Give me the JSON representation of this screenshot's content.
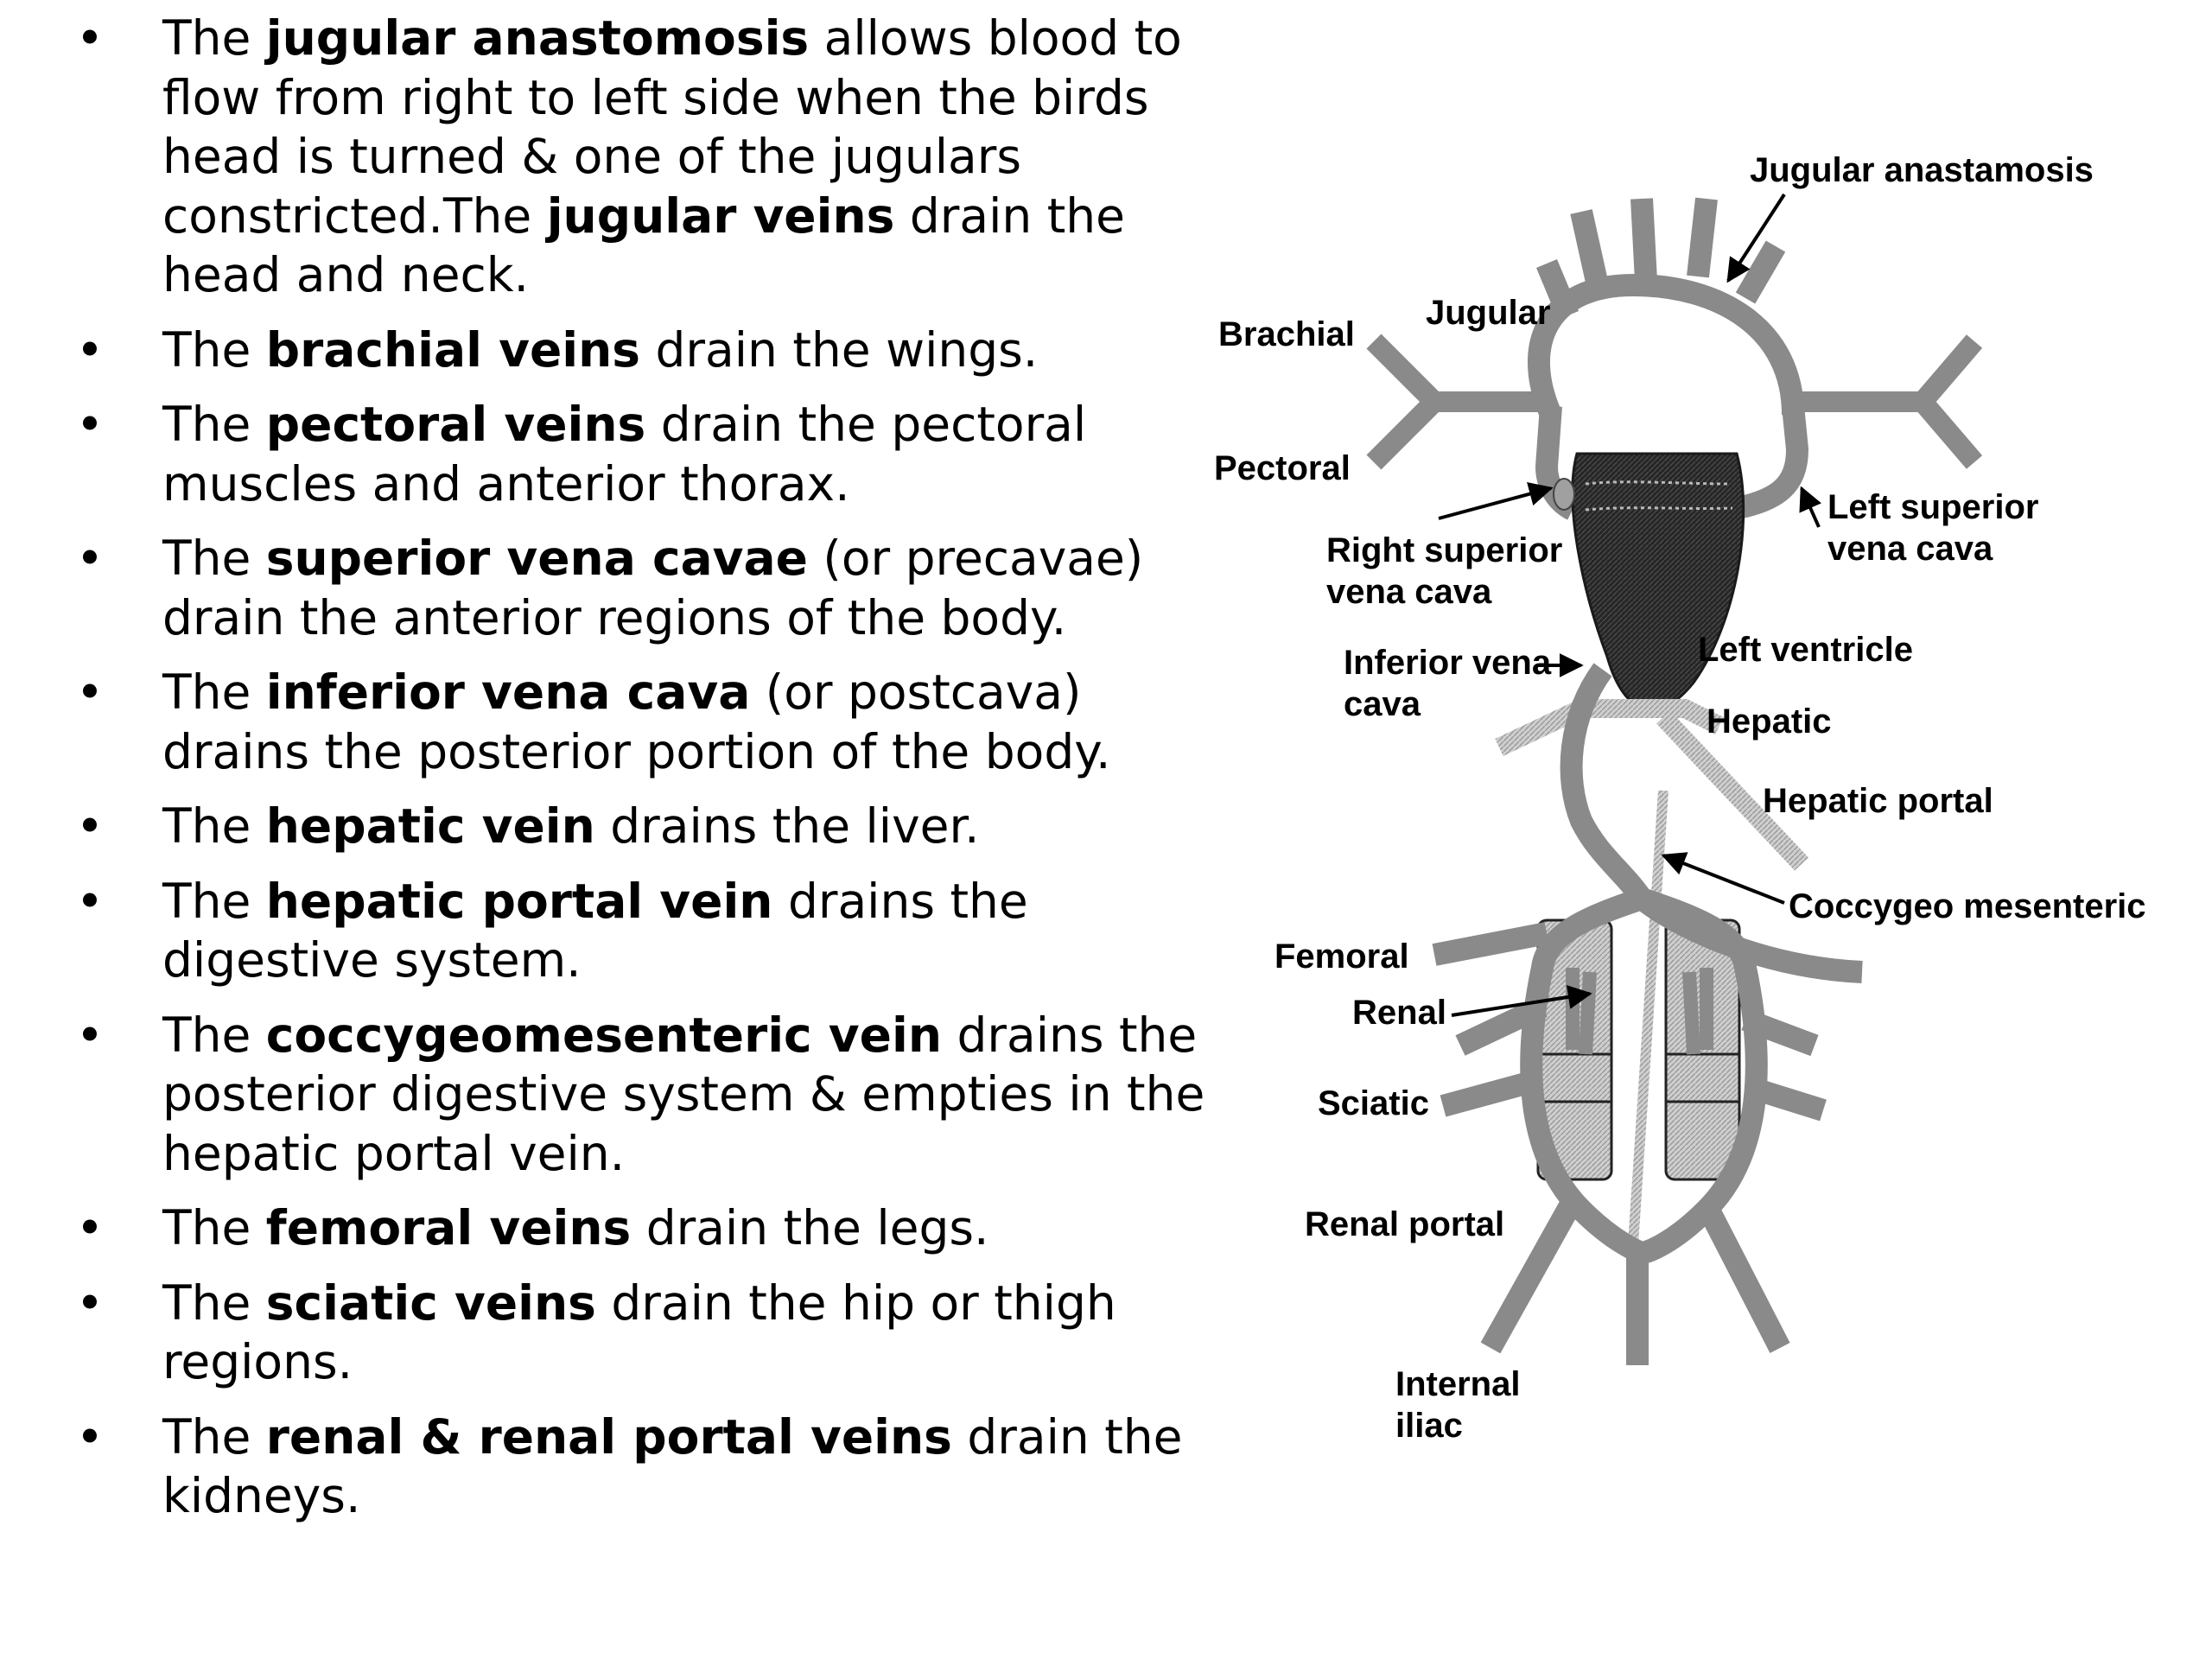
{
  "bullets": [
    [
      {
        "t": "The "
      },
      {
        "t": "jugular anastomosis",
        "b": true
      },
      {
        "t": " allows blood to flow from right to left side when the birds head is turned & one of the jugulars constricted.The "
      },
      {
        "t": "jugular veins",
        "b": true
      },
      {
        "t": " drain the head and neck."
      }
    ],
    [
      {
        "t": "The "
      },
      {
        "t": "brachial veins",
        "b": true
      },
      {
        "t": " drain the wings."
      }
    ],
    [
      {
        "t": "The "
      },
      {
        "t": "pectoral veins",
        "b": true
      },
      {
        "t": " drain the pectoral muscles and anterior thorax."
      }
    ],
    [
      {
        "t": "The "
      },
      {
        "t": "superior vena cavae",
        "b": true
      },
      {
        "t": " (or precavae) drain the anterior regions of the body."
      }
    ],
    [
      {
        "t": "The "
      },
      {
        "t": "inferior vena cava",
        "b": true
      },
      {
        "t": " (or postcava) drains the posterior portion of the body."
      }
    ],
    [
      {
        "t": "The "
      },
      {
        "t": "hepatic vein",
        "b": true
      },
      {
        "t": " drains the liver."
      }
    ],
    [
      {
        "t": "The "
      },
      {
        "t": "hepatic portal vein",
        "b": true
      },
      {
        "t": " drains the digestive system."
      }
    ],
    [
      {
        "t": "The "
      },
      {
        "t": "coccygeomesenteric vein",
        "b": true
      },
      {
        "t": " drains the posterior digestive system & empties in the hepatic portal vein."
      }
    ],
    [
      {
        "t": "The "
      },
      {
        "t": "femoral veins",
        "b": true
      },
      {
        "t": " drain the legs."
      }
    ],
    [
      {
        "t": "The "
      },
      {
        "t": "sciatic veins",
        "b": true
      },
      {
        "t": " drain the hip or thigh regions."
      }
    ],
    [
      {
        "t": "The "
      },
      {
        "t": "renal & renal portal veins",
        "b": true
      },
      {
        "t": " drain the kidneys."
      }
    ]
  ],
  "diagram": {
    "labels": {
      "jugular_anastamosis": "Jugular anastamosis",
      "jugular": "Jugular",
      "brachial": "Brachial",
      "pectoral": "Pectoral",
      "right_superior_1": "Right superior",
      "right_superior_2": "vena cava",
      "left_superior_1": "Left superior",
      "left_superior_2": "vena cava",
      "left_ventricle": "Left ventricle",
      "inferior_vena_1": "Inferior vena",
      "inferior_vena_2": "cava",
      "hepatic": "Hepatic",
      "hepatic_portal": "Hepatic portal",
      "coccygeo": "Coccygeo mesenteric",
      "femoral": "Femoral",
      "renal": "Renal",
      "sciatic": "Sciatic",
      "renal_portal": "Renal portal",
      "internal_1": "Internal",
      "internal_2": "iliac"
    },
    "colors": {
      "vein": "#888888",
      "heart": "#2b2b2b",
      "kidney": "#d8d8d8",
      "hepatic": "#c8c8c8"
    }
  }
}
